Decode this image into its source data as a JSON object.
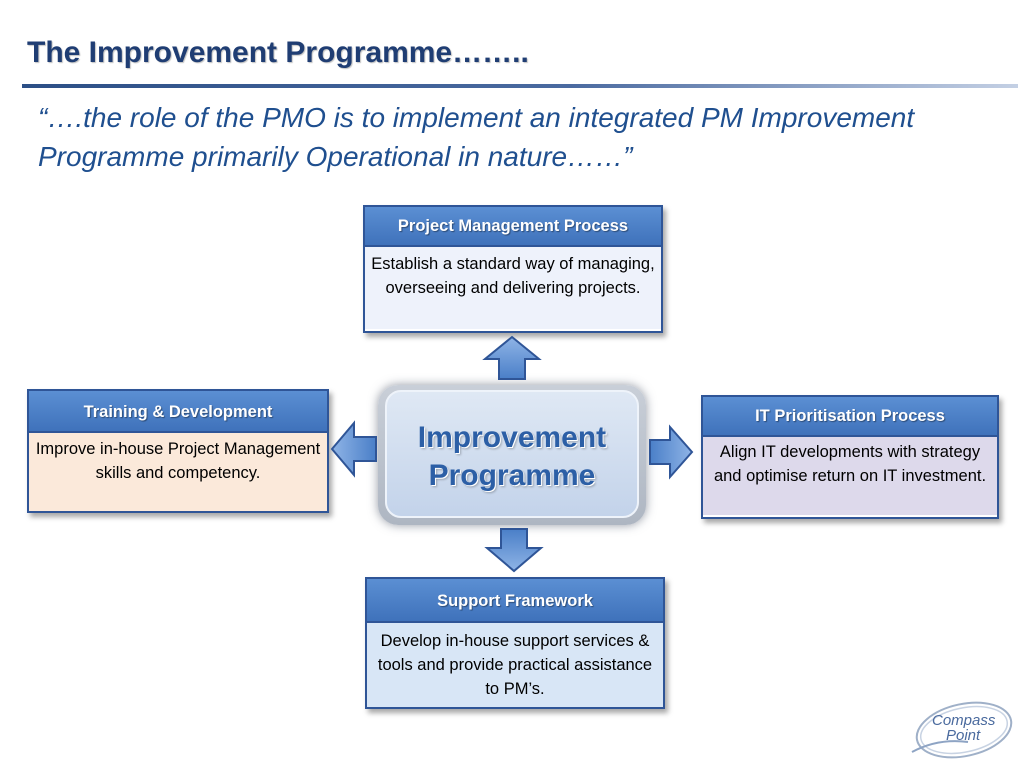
{
  "slide": {
    "title": "The Improvement Programme……..",
    "quote": "“….the role of the PMO is to implement an integrated PM Improvement Programme primarily Operational in nature……”"
  },
  "center": {
    "line1": "Improvement",
    "line2": "Programme"
  },
  "boxes": {
    "project_management": {
      "title": "Project Management Process",
      "body": "Establish a standard way of managing, overseeing and delivering projects."
    },
    "training": {
      "title": "Training & Development",
      "body": "Improve in-house Project Management skills and competency."
    },
    "it_prioritisation": {
      "title": "IT Prioritisation Process",
      "body": "Align IT developments with strategy and optimise return on IT investment."
    },
    "support": {
      "title": "Support  Framework",
      "body": "Develop in-house support services & tools and provide practical assistance to PM’s."
    }
  },
  "logo": {
    "line1": "Compass",
    "line2": "Point"
  },
  "colors": {
    "title": "#1f3d73",
    "quote": "#1f4f8f",
    "box_header": "#4a7fc8",
    "box_border": "#2f5597",
    "arrow_fill": "#5b8fd3"
  },
  "icons": [
    "arrow-up-icon",
    "arrow-left-icon",
    "arrow-right-icon",
    "arrow-down-icon",
    "compass-point-logo"
  ]
}
